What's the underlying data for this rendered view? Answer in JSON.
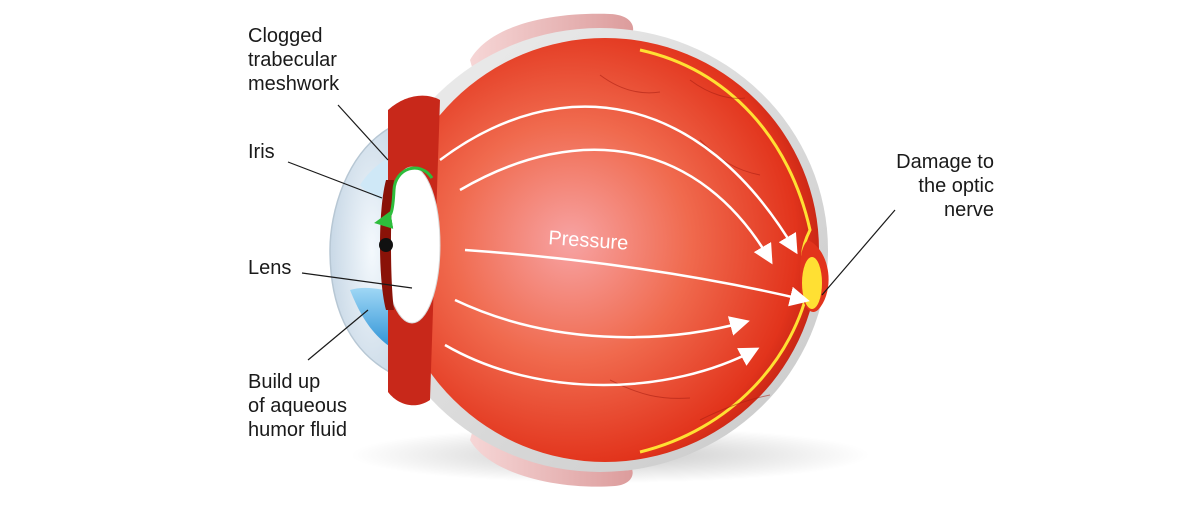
{
  "labels": {
    "clogged": "Clogged\ntrabecular\nmeshwork",
    "iris": "Iris",
    "lens": "Lens",
    "buildup": "Build up\nof aqueous\nhumor fluid",
    "damage": "Damage to\nthe optic\nnerve"
  },
  "pressure_text": "Pressure",
  "colors": {
    "eyeball": "#e2341c",
    "eyeball_center": "#f7a3a3",
    "muscle": "#f1c4c4",
    "optic_disc": "#ffe033",
    "fluid": "#4fb3e8",
    "flow_arrow": "#2ebd3c",
    "pressure_arrows": "#ffffff",
    "leader_lines": "#1a1a1a"
  }
}
